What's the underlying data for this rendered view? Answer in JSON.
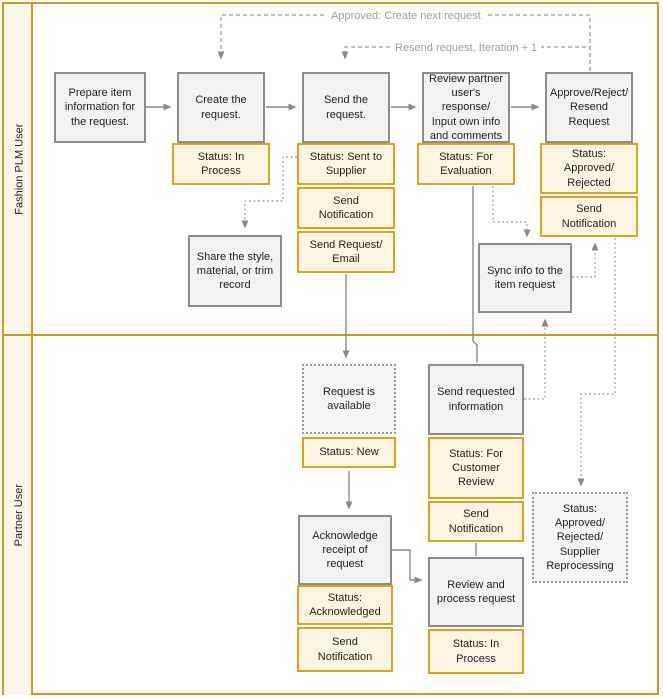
{
  "lanes": {
    "plm": {
      "label": "Fashion PLM User"
    },
    "partner": {
      "label": "Partner User"
    }
  },
  "edge_labels": {
    "approved_next": "Approved: Create next request",
    "resend_iteration": "Resend request, Iteration + 1"
  },
  "nodes": {
    "prepare": "Prepare item\ninformation for\nthe request.",
    "create": "Create the\nrequest.",
    "create_status": "Status: In\nProcess",
    "send": "Send the\nrequest.",
    "send_status": "Status: Sent to\nSupplier",
    "send_notif": "Send\nNotification",
    "send_req_email": "Send Request/\nEmail",
    "review": "Review partner\nuser's response/\nInput own info\nand comments",
    "review_status": "Status: For\nEvaluation",
    "approve": "Approve/Reject/\nResend Request",
    "approve_status": "Status:\nApproved/\nRejected",
    "approve_notif": "Send\nNotification",
    "share": "Share the style,\nmaterial, or trim\nrecord",
    "sync": "Sync info to the\nitem request",
    "request_available": "Request is\navailable",
    "status_new": "Status: New",
    "send_info": "Send requested\ninformation",
    "send_info_status": "Status: For\nCustomer\nReview",
    "send_info_notif": "Send\nNotification",
    "ack": "Acknowledge\nreceipt of\nrequest",
    "ack_status": "Status:\nAcknowledged",
    "ack_notif": "Send\nNotification",
    "review_process": "Review and\nprocess request",
    "review_process_status": "Status: In\nProcess",
    "final_status": "Status:\nApproved/\nRejected/\nSupplier\nReprocessing"
  },
  "colors": {
    "lane_border": "#CA9A23",
    "status_border": "#D6A51E",
    "status_fill": "#FDF4E3",
    "lane_fill": "#FDF6EC",
    "process_fill": "#F2F2F2",
    "process_border": "#8C8C8C",
    "connector": "#8A8A8A",
    "edge_label_text": "#9E9E9E"
  }
}
